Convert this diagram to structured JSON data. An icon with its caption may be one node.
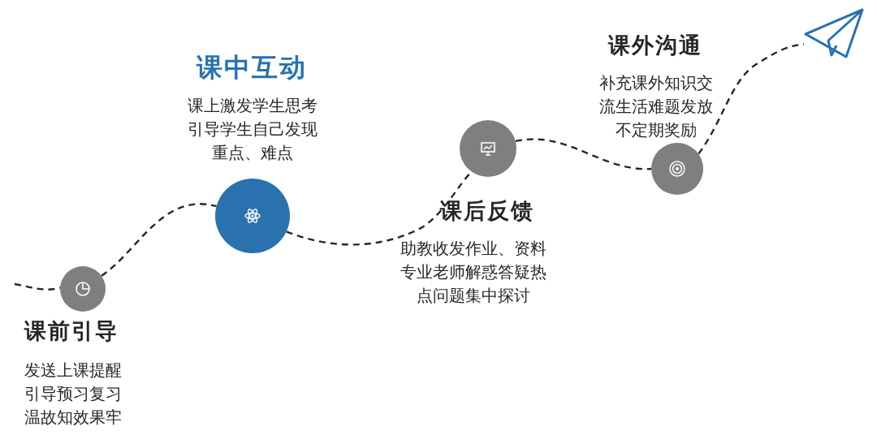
{
  "diagram": {
    "nodes": [
      {
        "text": [],
        "shape": "circle",
        "beside": [
          "课前引导",
          "发送上课提醒引导预习复习温故知效果牢"
        ]
      },
      {
        "text": [],
        "shape": "circle",
        "beside": [
          "课中互动",
          "课上激发学生思考引导学生自己发现重点、难点"
        ]
      },
      {
        "text": [],
        "shape": "circle",
        "beside": [
          "课后反馈",
          "助教收发作业、资料专业老师解惑答疑热点问题集中探讨"
        ]
      },
      {
        "text": [],
        "shape": "circle",
        "beside": [
          "课外沟通",
          "补充课外知识交流生活难题发放不定期奖励"
        ]
      },
      {
        "text": [],
        "shape": "plane"
      }
    ],
    "edges": [
      {
        "from": null,
        "to": 0,
        "arrow": "none",
        "style": "dashed"
      },
      {
        "from": 0,
        "to": 1,
        "arrow": "none",
        "style": "dashed"
      },
      {
        "from": 1,
        "to": 2,
        "arrow": "none",
        "style": "dashed"
      },
      {
        "from": 2,
        "to": 3,
        "arrow": "none",
        "style": "dashed"
      },
      {
        "from": 3,
        "to": 4,
        "arrow": "none",
        "style": "dashed"
      }
    ]
  }
}
